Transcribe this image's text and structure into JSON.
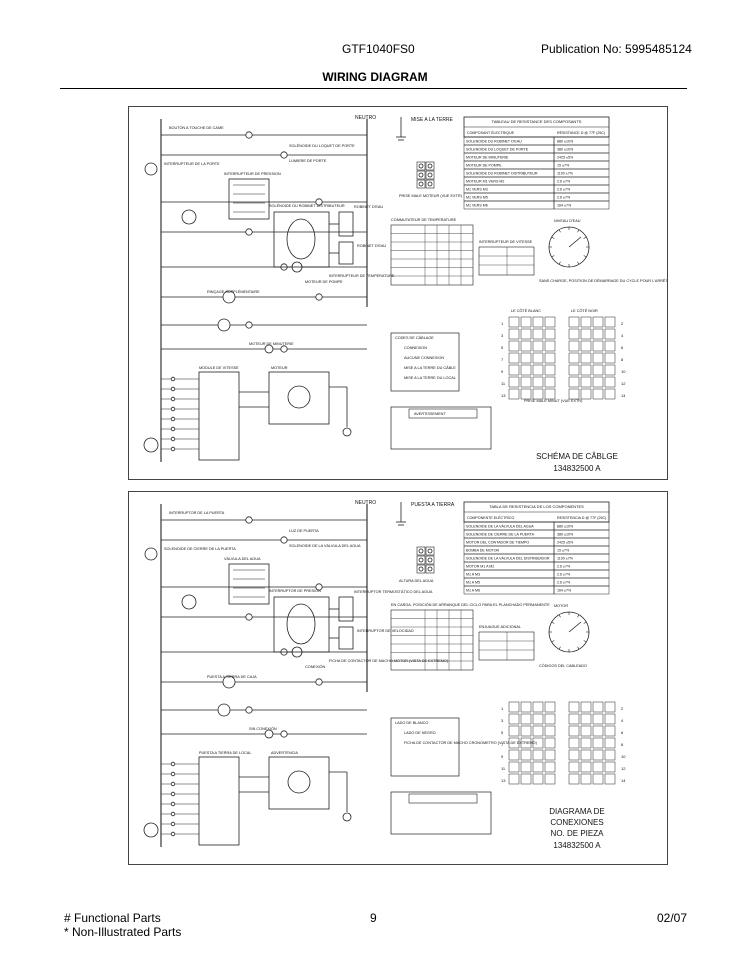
{
  "header": {
    "model": "GTF1040FS0",
    "publication": "Publication No:  5995485124",
    "section_title": "WIRING DIAGRAM"
  },
  "footer": {
    "legend_functional": "# Functional Parts",
    "legend_non_illustrated": "* Non-Illustrated Parts",
    "page_number": "9",
    "date": "02/07"
  },
  "top_panel": {
    "neutral_label": "NEUTRO",
    "ground_label": "MISE A LA TERRE",
    "table_title": "TABLEAU DE RESISTANCE DES COMPOSANTS",
    "table_head": [
      "COMPOSANT ÉLECTRIQUE",
      "RÉSISTANCE Ω @ 77F (25C)"
    ],
    "table_rows": [
      [
        "SOLENOIDE DU ROBINET D'EAU",
        "880 ±10%"
      ],
      [
        "SOLENOIDE DU LOQUET DE PORTE",
        "380 ±10%"
      ],
      [
        "MOTEUR DE MINUTERIE",
        "2425 ±5%"
      ],
      [
        "MOTEUR DE POMPE",
        "15 ±7%"
      ],
      [
        "SOLENOIDE DU ROBINET DISTRIBUTEUR",
        "1100 ±7%"
      ],
      [
        "MOTEUR  M1 VERS M2",
        "2.6 ±7%"
      ],
      [
        "M1 VERS M3",
        "2.6 ±7%"
      ],
      [
        "M1 VERS M5",
        "2.6 ±7%"
      ],
      [
        "M1 VERS M6",
        "164 ±7%"
      ]
    ],
    "labels": [
      "BOUTON A TOUCHE DE CAME",
      "INTERRUPTEUR DE LA PORTE",
      "SOLÉNOIDE DU LOQUET DE PORTE",
      "LUMIERE DE PORTE",
      "SOLÉNOIDE DU ROBINET DISTRIBUTEUR",
      "ROBINET D'EAU",
      "INTERRUPTEUR DE PRESSION",
      "INTERRUPTEUR DE TEMPERATURE",
      "ROBINET D'EAU",
      "PRISE MALE MOTEUR (VUE EXTR)",
      "COMMUTATEUR DE TEMPERATURE",
      "INTERRUPTEUR DE VITESSE",
      "NIVEAU D'EAU",
      "SANS CHARGE, POSITION DE DÉMARRAGE DU CYCLE POUR L'ARRÊT",
      "MOTEUR DE POMPE",
      "MOTEUR DE MINUTERIE",
      "RINÇAGE SUPPLÉMENTAIRE",
      "MODULE DE VITESSE",
      "MOTEUR",
      "CODES DE CÂBLAGE",
      "CONNEXION",
      "AUCUNE CONNEXION",
      "MISE A LA TERRE DU CÂBLE",
      "MISE A LA TERRE DU LOCAL",
      "AVERTISSEMENT",
      "PRISE MALE MINUT (VUE EXTR)",
      "LE CÔTÉ BLANC",
      "LE CÔTÉ NOIR"
    ],
    "doc_title": "SCHÉMA DE CÂBLGE",
    "doc_number": "134832500 A"
  },
  "bottom_panel": {
    "neutral_label": "NEUTRO",
    "ground_label": "PUESTA A TIERRA",
    "table_title": "TABLA DE RESISTENCIA DE LOS COMPONENTES",
    "table_head": [
      "COMPONENTE ELÉCTRICO",
      "RESISTENCIA Ω @ 77F (25C)"
    ],
    "table_rows": [
      [
        "SOLENOIDE DE LA VÁLVULA DEL AGUA",
        "880 ±10%"
      ],
      [
        "SOLENOIDE DE CIERRE DE LA PUERTA",
        "380 ±10%"
      ],
      [
        "MOTOR DEL CONTADOR DE TIEMPO",
        "2425 ±5%"
      ],
      [
        "BOMBA DE MOTOR",
        "15 ±7%"
      ],
      [
        "SOLENOIDE DE LA VÁLVULA DEL DISTRIBUIDOR",
        "1100 ±7%"
      ],
      [
        "MOTOR  M1 A M2",
        "2.6 ±7%"
      ],
      [
        "M1 A M3",
        "2.6 ±7%"
      ],
      [
        "M1 A M5",
        "2.6 ±7%"
      ],
      [
        "M1 A M6",
        "164 ±7%"
      ]
    ],
    "labels": [
      "INTERRUPTOR DE LA PUERTA",
      "SOLENOIDE DE CIERRE DE LA PUERTA",
      "LUZ DE PUERTA",
      "SOLENOIDE DE LA VÁLVULA DEL AGUA",
      "INTERRUPTOR DE PRESIÓN",
      "INTERRUPTOR TERMOSTÁTICO DEL AGUA",
      "VÁLVULA DEL AGUA",
      "FICHA DE CONTACTOR DE MACHO MOTOR (VISTA DE EXTREMO)",
      "INTERRUPTOR DE VELOCIDAD",
      "ALTURA DEL AGUA",
      "EN CARGA, POSICIÓN DE ARRANQUE DEL CICLO PARA EL PLANCHADO PERMANENTE",
      "ENJUAGUE ADICIONAL",
      "MOTOR",
      "CÓDIGOS DEL CABLEADO",
      "CONEXIÓN",
      "SIN CONEXIÓN",
      "PUESTA A TIERRA DE CAJA",
      "PUESTA A TIERRA DE LOCAL",
      "ADVERTENCIA",
      "LADO DE BLANCO",
      "LADO DE NEGRO",
      "FICHA DE CONTACTOR DE MACHO CRONOMETRO (VISTA DE EXTREMO)"
    ],
    "doc_title_lines": [
      "DIAGRAMA DE",
      "CONEXIONES",
      "NO. DE PIEZA"
    ],
    "doc_number": "134832500 A"
  }
}
